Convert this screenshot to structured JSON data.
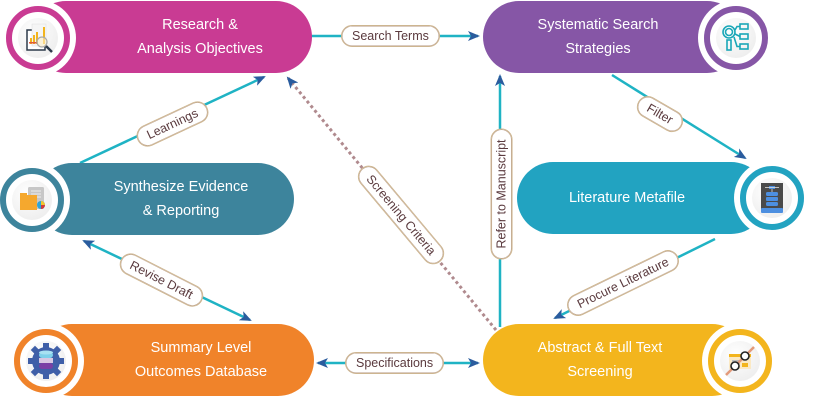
{
  "nodes": [
    {
      "id": "research",
      "label": "Research &\nAnalysis Objectives",
      "color": "#c93b93",
      "icon": "report-magnifier-icon"
    },
    {
      "id": "search",
      "label": "Systematic Search\nStrategies",
      "color": "#8656a6",
      "icon": "search-tree-icon"
    },
    {
      "id": "synthesize",
      "label": "Synthesize Evidence\n& Reporting",
      "color": "#3d849c",
      "icon": "folder-chart-icon"
    },
    {
      "id": "metafile",
      "label": "Literature Metafile",
      "color": "#22a3c1",
      "icon": "database-book-icon"
    },
    {
      "id": "database",
      "label": "Summary Level\nOutcomes Database",
      "color": "#f0832a",
      "icon": "database-gear-icon"
    },
    {
      "id": "screening",
      "label": "Abstract & Full Text\nScreening",
      "color": "#f3b51d",
      "icon": "document-screening-icon"
    }
  ],
  "connectors": [
    {
      "id": "search-terms",
      "label": "Search Terms",
      "from": "research",
      "to": "search",
      "style": "solid"
    },
    {
      "id": "filter",
      "label": "Filter",
      "from": "search",
      "to": "metafile",
      "style": "solid"
    },
    {
      "id": "procure",
      "label": "Procure Literature",
      "from": "metafile",
      "to": "screening",
      "style": "solid"
    },
    {
      "id": "specifications",
      "label": "Specifications",
      "from": "screening",
      "to": "database",
      "style": "solid",
      "bidirectional": true
    },
    {
      "id": "revise",
      "label": "Revise Draft",
      "from": "database",
      "to": "synthesize",
      "style": "solid",
      "bidirectional": true
    },
    {
      "id": "learnings",
      "label": "Learnings",
      "from": "synthesize",
      "to": "research",
      "style": "solid"
    },
    {
      "id": "refer",
      "label": "Refer to Manuscript",
      "from": "screening",
      "to": "search",
      "style": "solid"
    },
    {
      "id": "criteria",
      "label": "Screening Criteria",
      "from": "screening",
      "to": "research",
      "style": "dotted"
    }
  ],
  "colors": {
    "line": "#1fb3c4",
    "arrow": "#2a5c9e",
    "dotted": "#b08a8e",
    "label_border": "#cdb58f",
    "label_text": "#5a3a3e"
  }
}
